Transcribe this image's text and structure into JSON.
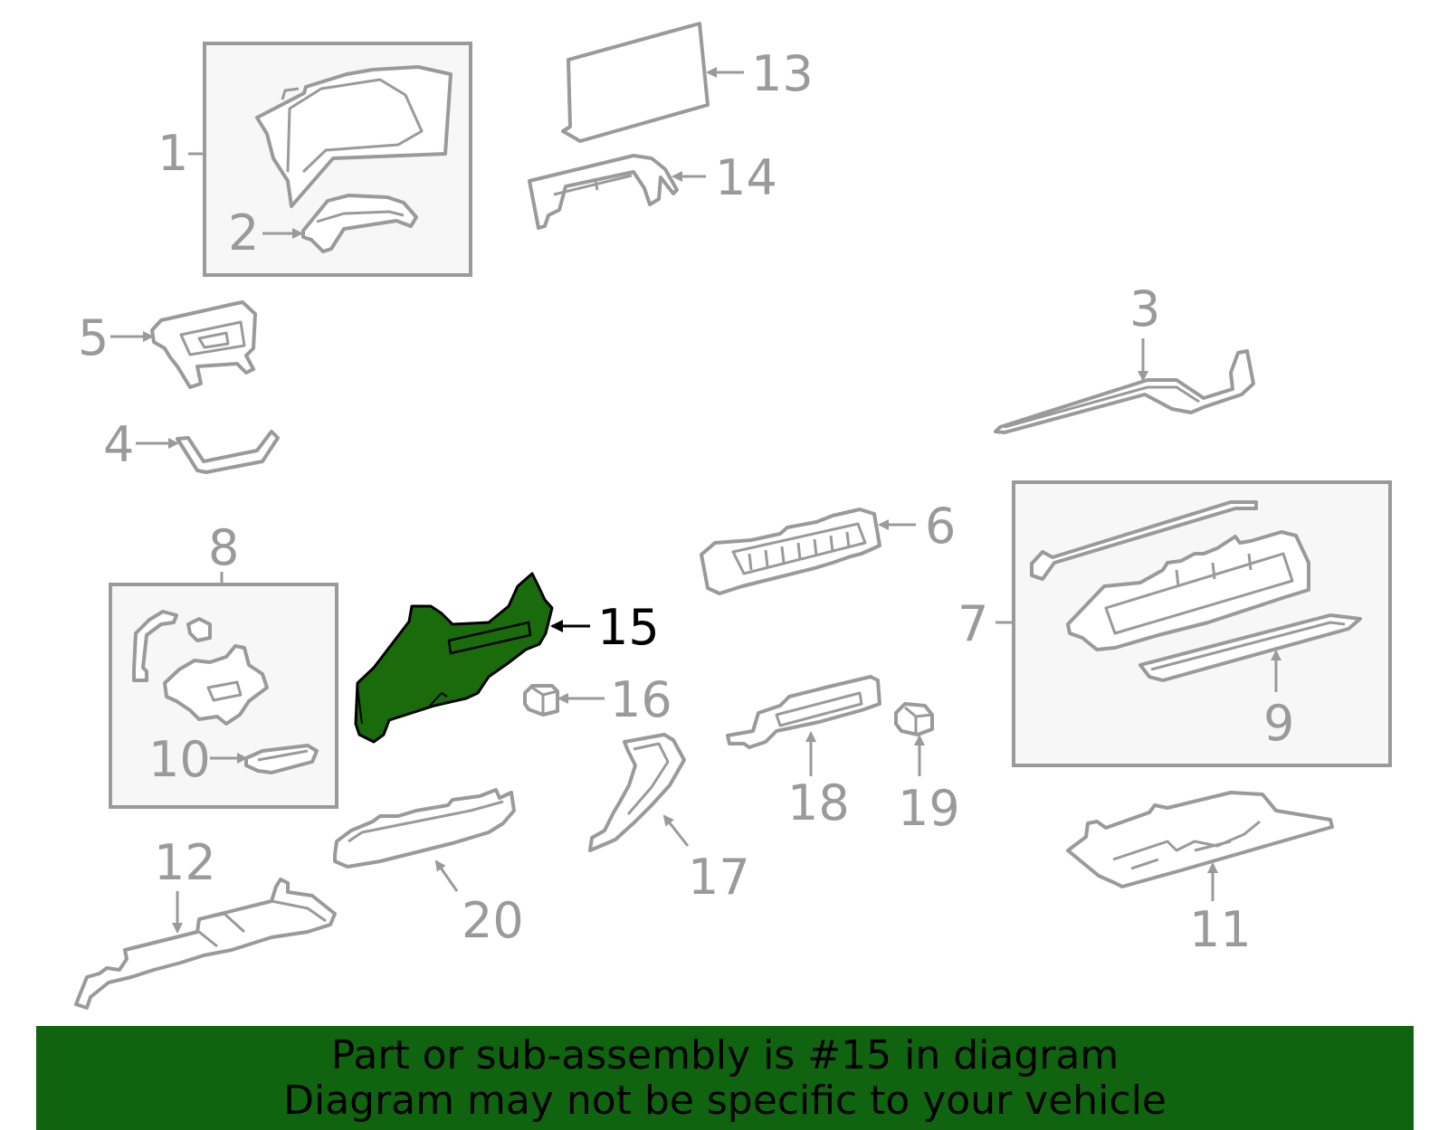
{
  "colors": {
    "highlight": "#1a6b0c",
    "part_stroke": "#9a9a9a",
    "callout_text": "#9a9a9a",
    "footer_bg": "#106410"
  },
  "callouts": {
    "c1": "1",
    "c2": "2",
    "c3": "3",
    "c4": "4",
    "c5": "5",
    "c6": "6",
    "c7": "7",
    "c8": "8",
    "c9": "9",
    "c10": "10",
    "c11": "11",
    "c12": "12",
    "c13": "13",
    "c14": "14",
    "c15": "15",
    "c16": "16",
    "c17": "17",
    "c18": "18",
    "c19": "19",
    "c20": "20"
  },
  "highlighted_part": "15",
  "footer": {
    "line1": "Part or sub-assembly is #15 in diagram",
    "line2": "Diagram may not be specific to your vehicle"
  }
}
